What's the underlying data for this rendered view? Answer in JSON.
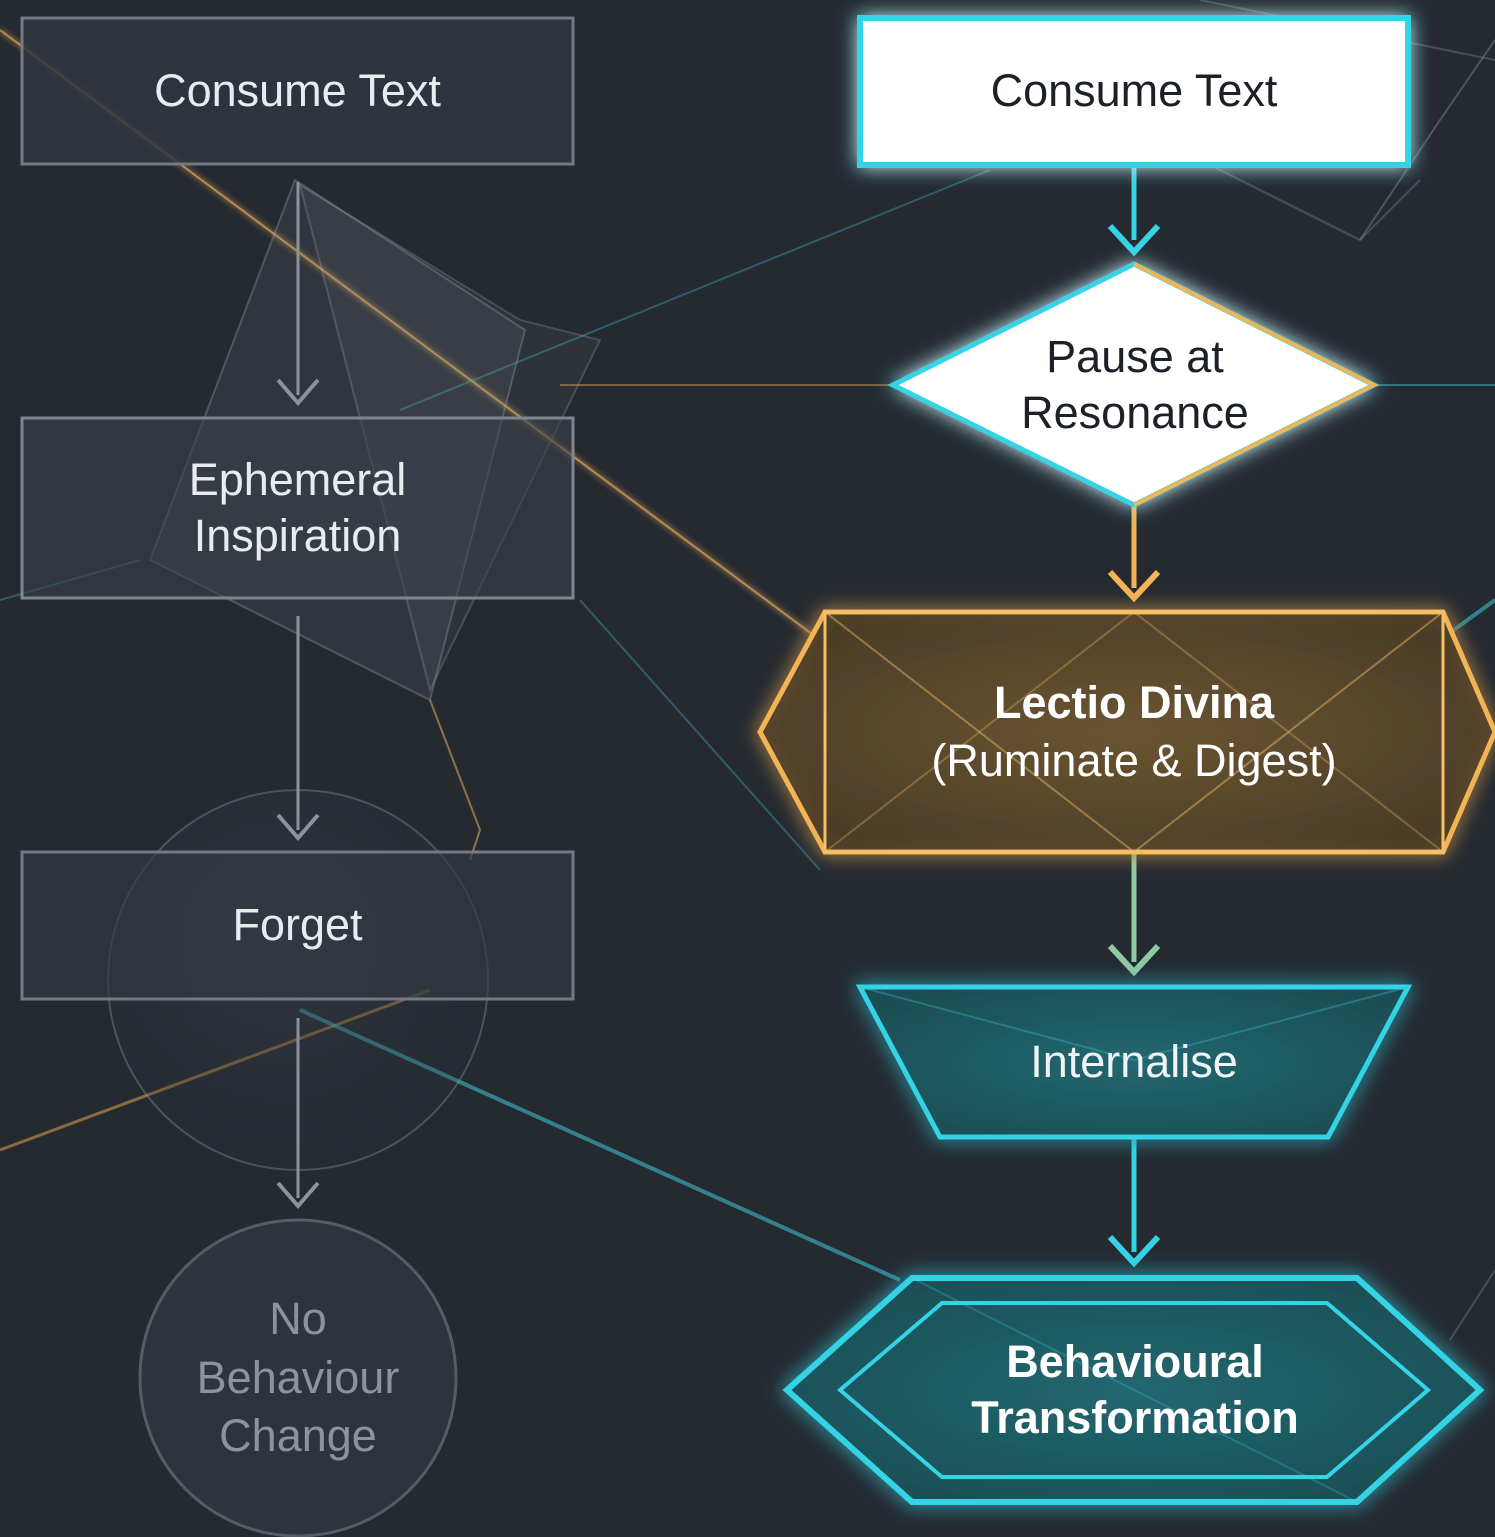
{
  "colors": {
    "background": "#252a31",
    "muted_box_fill": "#2f3640",
    "muted_box_stroke": "#747b84",
    "muted_arrow": "#8c939b",
    "accent_cyan": "#35d3e6",
    "accent_gold": "#f2b454",
    "teal_fill": "#1f5c63",
    "white_fill": "#ffffff"
  },
  "left_flow": {
    "steps": [
      {
        "id": "consume-text",
        "label": "Consume Text",
        "shape": "rectangle"
      },
      {
        "id": "ephemeral-inspiration",
        "label": "Ephemeral\nInspiration",
        "shape": "rectangle"
      },
      {
        "id": "forget",
        "label": "Forget",
        "shape": "rectangle"
      },
      {
        "id": "no-behaviour-change",
        "label": "No\nBehaviour\nChange",
        "shape": "circle"
      }
    ]
  },
  "right_flow": {
    "steps": [
      {
        "id": "consume-text",
        "label": "Consume Text",
        "shape": "rectangle"
      },
      {
        "id": "pause-at-resonance",
        "label": "Pause at\nResonance",
        "shape": "diamond"
      },
      {
        "id": "lectio-divina",
        "title": "Lectio Divina",
        "subtitle": "(Ruminate & Digest)",
        "shape": "hexagon-gold"
      },
      {
        "id": "internalise",
        "label": "Internalise",
        "shape": "trapezoid"
      },
      {
        "id": "behavioural-transformation",
        "label": "Behavioural\nTransformation",
        "shape": "hexagon-cyan"
      }
    ]
  }
}
